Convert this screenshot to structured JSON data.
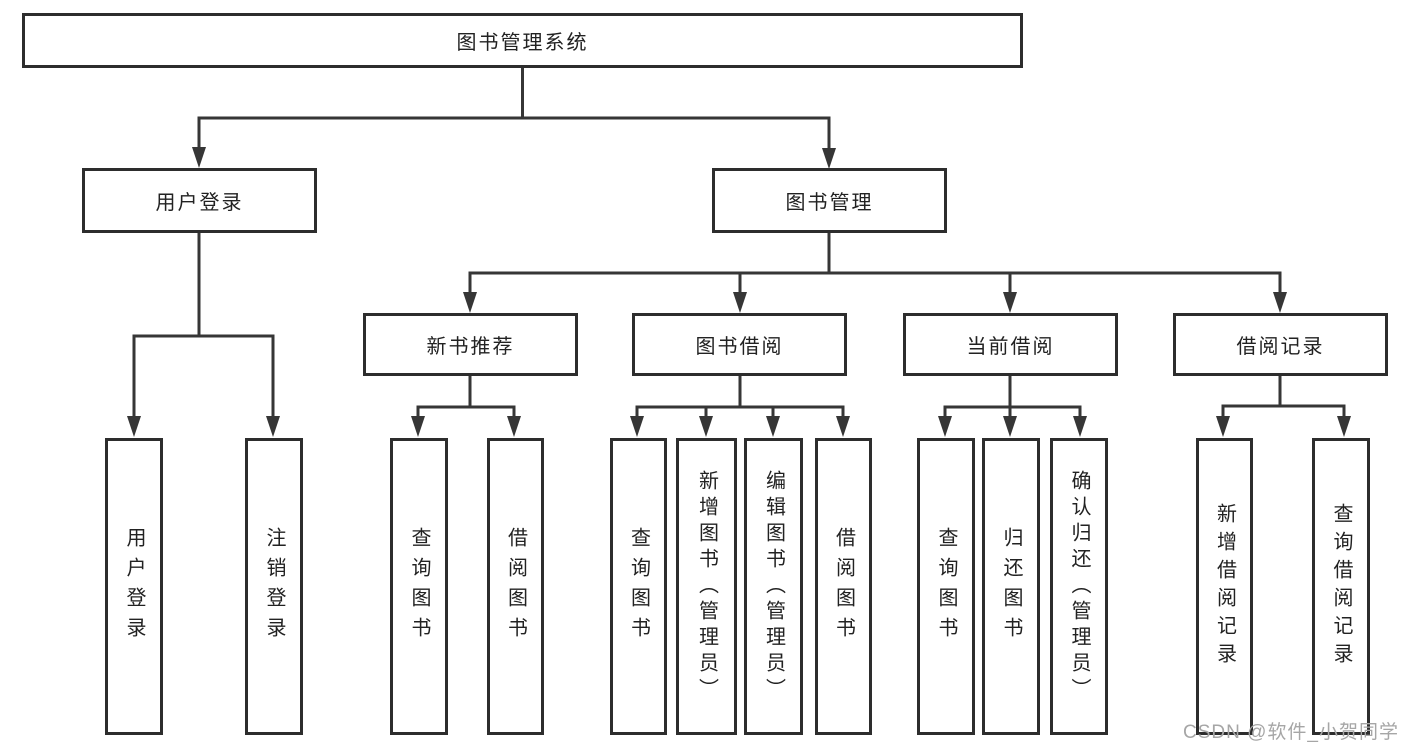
{
  "diagram": {
    "root": "图书管理系统",
    "level1": {
      "user_login": "用户登录",
      "book_management": "图书管理"
    },
    "level2": {
      "new_book_recommendation": "新书推荐",
      "book_borrowing": "图书借阅",
      "current_borrowing": "当前借阅",
      "borrowing_records": "借阅记录"
    },
    "leaves": {
      "login": [
        "用户登录",
        "注销登录"
      ],
      "recommend": [
        "查询图书",
        "借阅图书"
      ],
      "borrow": [
        "查询图书",
        "新增图书（管理员）",
        "编辑图书（管理员）",
        "借阅图书"
      ],
      "current": [
        "查询图书",
        "归还图书",
        "确认归还（管理员）"
      ],
      "records": [
        "新增借阅记录",
        "查询借阅记录"
      ]
    }
  },
  "watermark": "CSDN @软件_小贺同学",
  "colors": {
    "line": "#363636",
    "border": "#2d2d2d",
    "text": "#222222",
    "watermark": "#a6a6a6",
    "background": "#ffffff"
  }
}
